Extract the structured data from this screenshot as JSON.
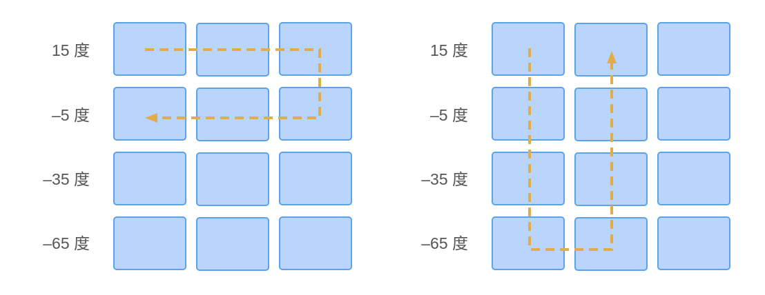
{
  "colors": {
    "cell_fill": "#b9d5fb",
    "cell_border": "#5ba3e6",
    "path": "#e0ad4a",
    "label_text": "#555555"
  },
  "left_panel": {
    "row_labels": [
      "15 度",
      "–5 度",
      "–35 度",
      "–65 度"
    ],
    "path_name": "serpentine-path"
  },
  "right_panel": {
    "row_labels": [
      "15 度",
      "–5 度",
      "–35 度",
      "–65 度"
    ],
    "path_name": "column-path"
  }
}
